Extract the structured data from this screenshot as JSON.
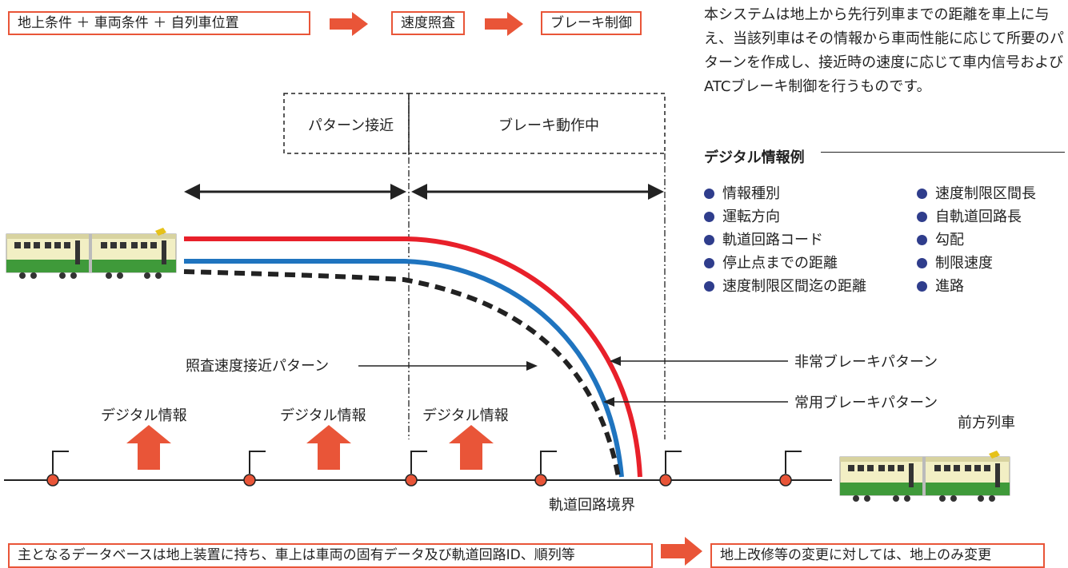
{
  "top_flow": {
    "step1": "地上条件 ＋ 車両条件 ＋ 自列車位置",
    "step2": "速度照査",
    "step3": "ブレーキ制御"
  },
  "description": "本システムは地上から先行列車までの距離を車上に与え、当該列車はその情報から車両性能に応じて所要のパターンを作成し、接近時の速度に応じて車内信号およびATCブレーキ制御を行うものです。",
  "digital_examples": {
    "title": "デジタル情報例",
    "items_left": [
      "情報種別",
      "運転方向",
      "軌道回路コード",
      "停止点までの距離",
      "速度制限区間迄の距離"
    ],
    "items_right": [
      "速度制限区間長",
      "自軌道回路長",
      "勾配",
      "制限速度",
      "進路"
    ]
  },
  "phases": {
    "approach": "パターン接近",
    "braking": "ブレーキ動作中"
  },
  "labels": {
    "check_pattern": "照査速度接近パターン",
    "emergency_pattern": "非常ブレーキパターン",
    "service_pattern": "常用ブレーキパターン",
    "preceding_train": "前方列車",
    "boundary": "軌道回路境界",
    "digital_info": "デジタル情報"
  },
  "bottom_flow": {
    "left": "主となるデータベースは地上装置に持ち、車上は車両の固有データ及び軌道回路ID、順列等",
    "right": "地上改修等の変更に対しては、地上のみ変更"
  },
  "colors": {
    "accent": "#e95538",
    "emergency": "#e8202a",
    "service": "#1f74bf",
    "dot": "#2f3d8c"
  }
}
